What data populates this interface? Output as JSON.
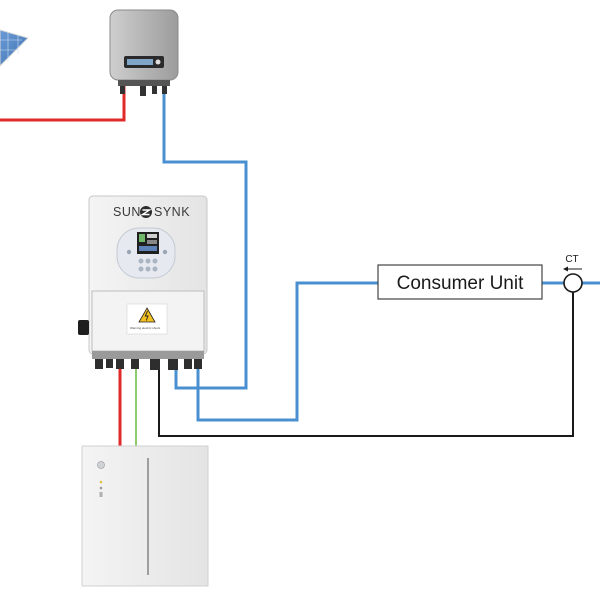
{
  "diagram": {
    "consumer_unit_label": "Consumer Unit",
    "ct_label": "CT",
    "inverter_brand_left": "SUN",
    "inverter_brand_right": "SYNK",
    "warning_text": "Warning electric shock"
  },
  "colors": {
    "dc_positive": "#e02a2a",
    "ac_live": "#4a90d0",
    "earth": "#8ccc6e",
    "neutral_ct": "#1a1a1a",
    "device_body": "#eeeeee",
    "solar_panel": "#5a8fc8"
  },
  "components": [
    "solar-panel",
    "pv-inverter",
    "hybrid-inverter",
    "consumer-unit",
    "current-transformer",
    "battery"
  ]
}
